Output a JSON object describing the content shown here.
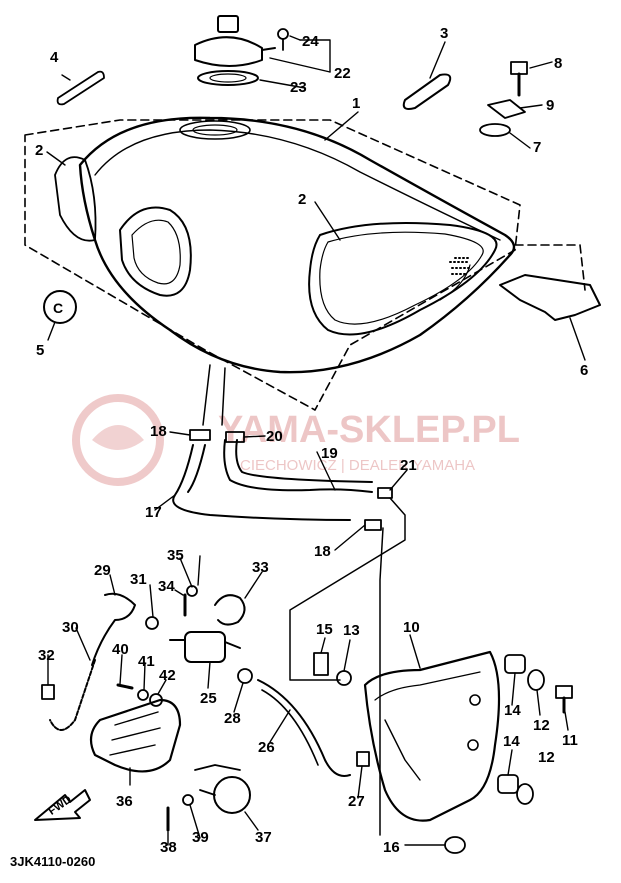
{
  "diagram": {
    "drawing_code": "3JK4110-0260",
    "watermark": {
      "title": "YAMA-SKLEP.PL",
      "subtitle": "CIECHOWICZ | DEALER YAMAHA"
    },
    "fwd_label": "FWD",
    "colors": {
      "ink": "#000000",
      "watermark": "#e8b4b4"
    },
    "callouts": [
      "1",
      "2",
      "2",
      "3",
      "4",
      "5",
      "6",
      "7",
      "8",
      "9",
      "10",
      "11",
      "12",
      "12",
      "13",
      "14",
      "14",
      "15",
      "16",
      "17",
      "18",
      "18",
      "19",
      "20",
      "21",
      "22",
      "23",
      "24",
      "25",
      "26",
      "27",
      "28",
      "29",
      "30",
      "31",
      "32",
      "33",
      "34",
      "35",
      "36",
      "37",
      "38",
      "39",
      "40",
      "41",
      "42"
    ]
  }
}
